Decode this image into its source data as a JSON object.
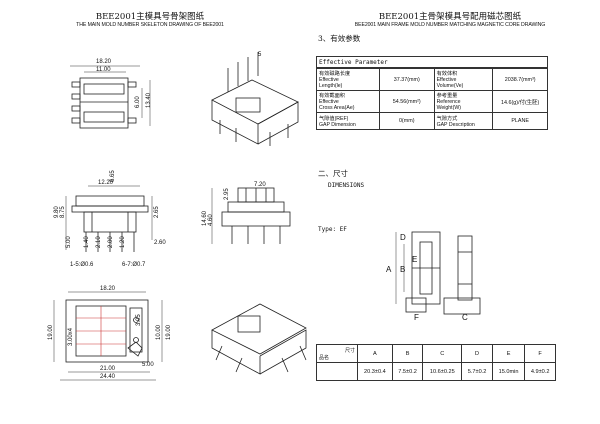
{
  "left_title": "BEE2001主模具号骨架图纸",
  "left_subtitle": "THE MAIN MOLD NUMBER SKELETON DRAWING OF BEE2001",
  "right_title": "BEE2001主骨架模具号配用磁芯图纸",
  "right_subtitle": "BEE2001 MAIN FRAME MOLD NUMBER MATCHING MAGNETIC CORE DRAWING",
  "section3_title": "3、有效参数",
  "effective_parameter_label": "Effective Parameter",
  "params": [
    {
      "cn": "有效磁路长度",
      "en1": "Effective",
      "en2": "Length(le)",
      "value": "37.37(mm)",
      "cn2": "有效体积",
      "en21": "Effective",
      "en22": "Volume(Ve)",
      "value2": "2038.7(mm³)"
    },
    {
      "cn": "有效截面积",
      "en1": "Effective",
      "en2": "Cross Area(Ae)",
      "value": "54.56(mm²)",
      "cn2": "参考重量",
      "en21": "Reference",
      "en22": "Weight(W)",
      "value2": "14.6(g)/付(生胚)"
    },
    {
      "cn": "气隙值(REF)",
      "en1": "GAP Dimension",
      "en2": "",
      "value": "0(mm)",
      "cn2": "气隙方式",
      "en21": "GAP Description",
      "en22": "",
      "value2": "PLANE"
    }
  ],
  "section2_title": "二、尺寸",
  "dimensions_label": "DIMENSIONS",
  "type_label": "Type: EF",
  "dim_table": {
    "row_header_top": "尺寸",
    "row_header_bottom": "品名",
    "columns": [
      "A",
      "B",
      "C",
      "D",
      "E",
      "F"
    ],
    "values": [
      "20.3±0.4",
      "7.5±0.2",
      "10.6±0.25",
      "5.7±0.2",
      "15.0min",
      "4.9±0.2"
    ]
  },
  "drawing_labels": {
    "top_view": [
      "18.20",
      "11.00",
      "6.00",
      "13.40"
    ],
    "front_view": [
      "6.65",
      "12.20",
      "8.75",
      "9.80",
      "2.65",
      "1.40",
      "2.10",
      "2.00",
      "1.20",
      "5.00",
      "2.60",
      "1-5:Ø0.6",
      "6-7:Ø0.7"
    ],
    "side_view": [
      "7.20",
      "2.95",
      "4.60",
      "14.60"
    ],
    "bottom_view": [
      "18.20",
      "19.00",
      "3.00x4",
      "3.05",
      "10.00",
      "19.00",
      "5.00",
      "21.00",
      "24.40"
    ],
    "pin_label": "5",
    "core_labels": [
      "A",
      "B",
      "C",
      "D",
      "E",
      "F"
    ]
  }
}
